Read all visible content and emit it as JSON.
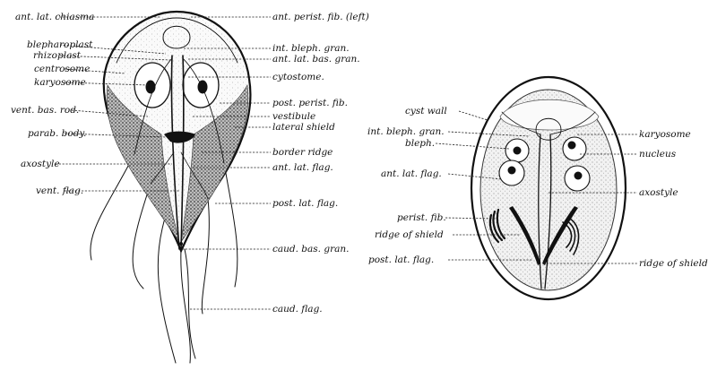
{
  "trophozoite": {
    "labels": {
      "ant_lat_chiasma": "ant. lat. chiasma",
      "blepharoplast": "blepharoplast",
      "rhizoplast": "rhizoplast",
      "centrosome": "centrosome",
      "karyosome": "karyosome",
      "vent_bas_rod": "vent. bas. rod.",
      "parab_body": "parab. body.",
      "axostyle": "axostyle",
      "vent_flag": "vent. flag.",
      "ant_perist_fib_left": "ant. perist. fib. (left)",
      "int_bleph_gran": "int. bleph. gran.",
      "ant_lat_bas_gran": "ant. lat. bas. gran.",
      "cytostome": "cytostome.",
      "post_perist_fib": "post. perist. fib.",
      "vestibule": "vestibule",
      "lateral_shield": "lateral shield",
      "border_ridge": "border ridge",
      "ant_lat_flag": "ant. lat. flag.",
      "post_lat_flag": "post. lat. flag.",
      "caud_bas_gran": "caud. bas. gran.",
      "caud_flag": "caud. flag."
    }
  },
  "cyst": {
    "labels": {
      "cyst_wall": "cyst wall",
      "int_bleph_gran": "int. bleph. gran.",
      "bleph": "bleph.",
      "ant_lat_flag": "ant. lat. flag.",
      "perist_fib": "perist. fib.",
      "ridge_of_shield_left": "ridge of shield",
      "post_lat_flag": "post. lat. flag.",
      "karyosome": "karyosome",
      "nucleus": "nucleus",
      "axostyle": "axostyle",
      "ridge_of_shield_right": "ridge of shield"
    }
  }
}
